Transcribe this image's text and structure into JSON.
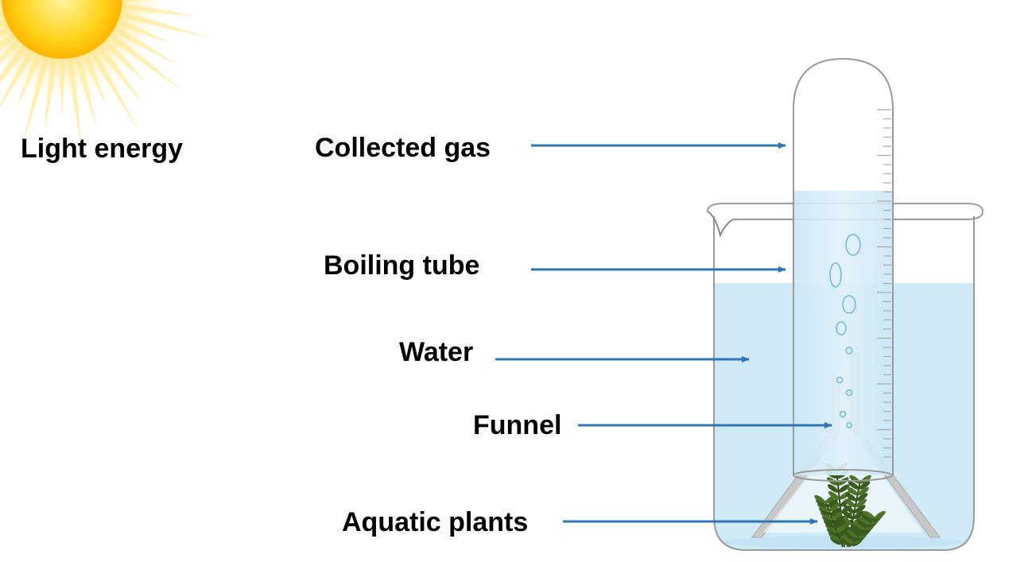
{
  "labels": {
    "light_energy": "Light energy",
    "collected_gas": "Collected gas",
    "boiling_tube": "Boiling tube",
    "water": "Water",
    "funnel": "Funnel",
    "aquatic_plants": "Aquatic plants"
  },
  "icons": {
    "sun": "sun-icon",
    "plant": "aquatic-plant-icon"
  },
  "colors": {
    "arrow": "#2e75b6",
    "water": "#cfe9f7",
    "sun_core": "#ffd21a",
    "plant": "#3a5a1e",
    "glass_outline": "#9a9a9a"
  }
}
